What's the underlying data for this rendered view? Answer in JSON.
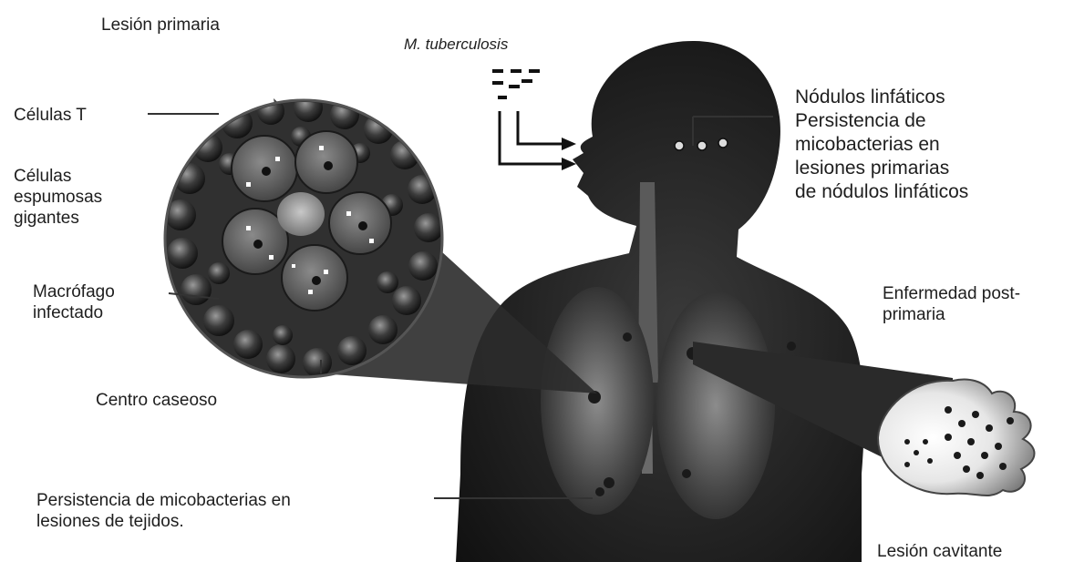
{
  "labels": {
    "lesion_primaria": "Lesión primaria",
    "m_tuberculosis": "M. tuberculosis",
    "celulas_t": "Células T",
    "celulas_espumosas": "Células\nespumosas\ngigantes",
    "macrofago": "Macrófago\ninfectado",
    "centro_caseoso": "Centro caseoso",
    "nodulos": "Nódulos linfáticos\nPersistencia de\nmicobacterias en\nlesiones primarias\nde nódulos linfáticos",
    "enfermedad": "Enfermedad post-\nprimaria",
    "persistencia_tejidos": "Persistencia de micobacterias en\nlesiones de tejidos.",
    "lesion_cavitante": "Lesión cavitante"
  },
  "colors": {
    "background": "#ffffff",
    "silhouette": "#1b1b1b",
    "text": "#1e1e1e",
    "lines": "#333333"
  }
}
